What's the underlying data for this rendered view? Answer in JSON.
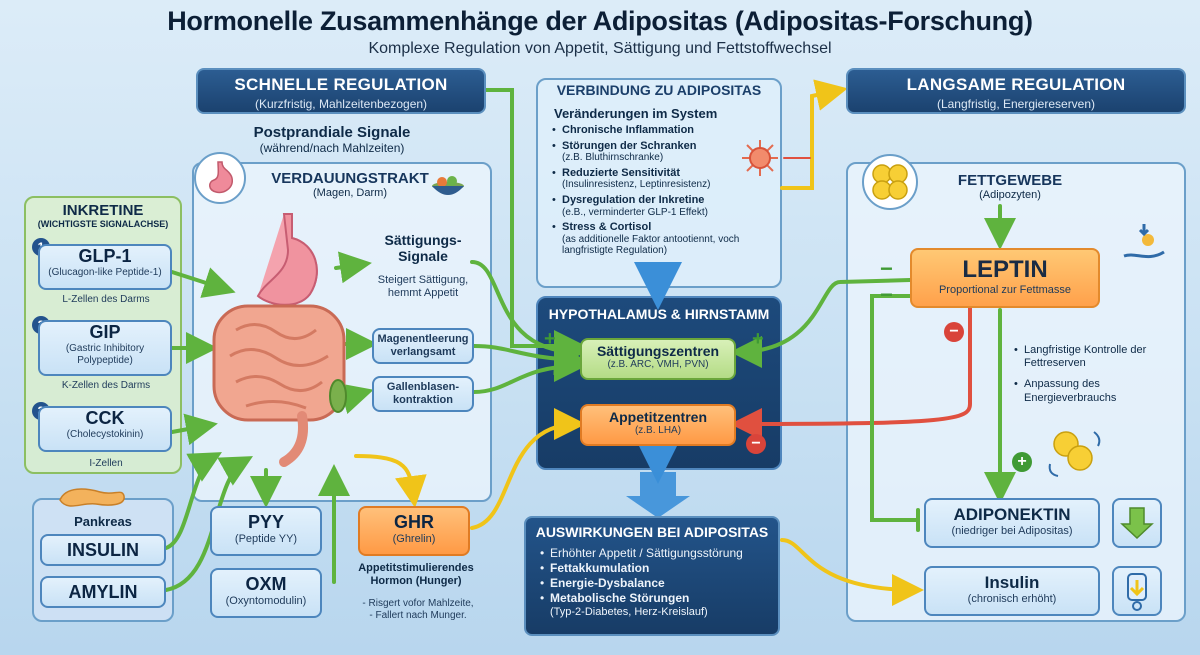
{
  "title": "Hormonelle Zusammenhänge der Adipositas (Adipositas-Forschung)",
  "subtitle": "Komplexe Regulation von Appetit, Sättigung und Fettstoffwechsel",
  "fast": {
    "title": "SCHNELLE REGULATION",
    "subtitle": "(Kurzfristig, Mahlzeitenbezogen)",
    "postprandial_title": "Postprandiale Signale",
    "postprandial_sub": "(während/nach Mahlzeiten)"
  },
  "slow": {
    "title": "LANGSAME REGULATION",
    "subtitle": "(Langfristig, Energiereserven)"
  },
  "connection": {
    "title": "VERBINDUNG ZU ADIPOSITAS",
    "heading": "Veränderungen im System",
    "items": [
      {
        "main": "Chronische Inflammation",
        "sub": ""
      },
      {
        "main": "Störungen der Schranken",
        "sub": "(z.B. Bluthirnschranke)"
      },
      {
        "main": "Reduzierte Sensitivität",
        "sub": "(Insulinresistenz, Leptinresistenz)"
      },
      {
        "main": "Dysregulation der Inkretine",
        "sub": "(e.B., verminderter GLP-1 Effekt)"
      },
      {
        "main": "Stress & Cortisol",
        "sub": "(as additionelle Faktor antootiennt, voch langfristigte Regulation)"
      }
    ]
  },
  "digestive": {
    "title": "VERDAUUNGSTRAKT",
    "subtitle": "(Magen, Darm)",
    "satiety_title": "Sättigungs-",
    "satiety_title2": "Signale",
    "satiety_sub": "Steigert Sättigung, hemmt Appetit",
    "gastric": "Magenentleerung verlangsamt",
    "gallbladder": "Gallenblasen-kontraktion"
  },
  "incretins": {
    "title": "INKRETINE",
    "subtitle": "(WICHTIGSTE SIGNALACHSE)",
    "items": [
      {
        "num": "1",
        "name": "GLP-1",
        "full": "(Glucagon-like Peptide-1)",
        "source": "L-Zellen des Darms"
      },
      {
        "num": "2",
        "name": "GIP",
        "full": "(Gastric Inhibitory Polypeptide)",
        "source": "K-Zellen des Darms"
      },
      {
        "num": "3",
        "name": "CCK",
        "full": "(Cholecystokinin)",
        "source": "I-Zellen"
      }
    ]
  },
  "pancreas": {
    "title": "Pankreas",
    "insulin": "INSULIN",
    "amylin": "AMYLIN"
  },
  "pyy": {
    "name": "PYY",
    "full": "(Peptide YY)"
  },
  "oxm": {
    "name": "OXM",
    "full": "(Oxyntomodulin)"
  },
  "ghr": {
    "name": "GHR",
    "full": "(Ghrelin)",
    "desc": "Appetitstimulierendes Hormon (Hunger)",
    "notes": [
      "Risgert vofor Mahlzeite,",
      "Fallert nach Munger."
    ]
  },
  "hypothalamus": {
    "title": "HYPOTHALAMUS & HIRNSTAMM",
    "satiety": "Sättigungszentren",
    "satiety_sub": "(z.B. ARC, VMH, PVN)",
    "appetite": "Appetitzentren",
    "appetite_sub": "(z.B. LHA)"
  },
  "effects": {
    "title": "AUSWIRKUNGEN BEI ADIPOSITAS",
    "items": [
      {
        "main": "Erhöhter Appetit / Sättigungsstörung",
        "sub": ""
      },
      {
        "main": "Fettakkumulation",
        "sub": ""
      },
      {
        "main": "Energie-Dysbalance",
        "sub": ""
      },
      {
        "main": "Metabolische Störungen",
        "sub": "(Typ-2-Diabetes, Herz-Kreislauf)"
      }
    ]
  },
  "fat": {
    "title": "FETTGEWEBE",
    "subtitle": "(Adipozyten)",
    "leptin": "LEPTIN",
    "leptin_sub": "Proportional zur Fettmasse",
    "notes": [
      "Langfristige Kontrolle der Fettreserven",
      "Anpassung des Energieverbrauchs"
    ],
    "adiponectin": "ADIPONEKTIN",
    "adiponectin_sub": "(niedriger bei Adipositas)",
    "insulin": "Insulin",
    "insulin_sub": "(chronisch erhöht)"
  },
  "signs": {
    "plus": "+",
    "minus": "−"
  }
}
